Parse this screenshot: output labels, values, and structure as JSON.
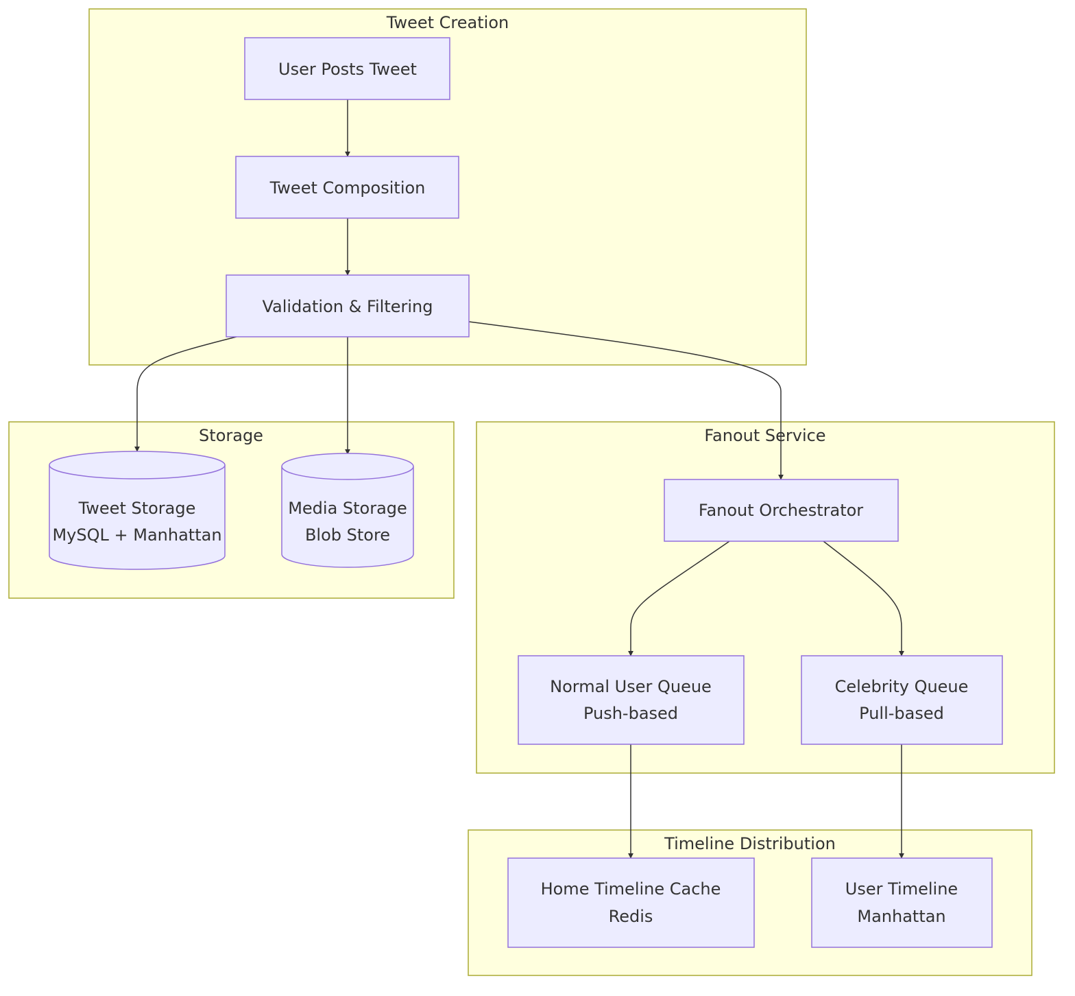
{
  "colors": {
    "cluster_fill": "#ffffde",
    "cluster_stroke": "#aaaa33",
    "node_fill": "#ececff",
    "node_stroke": "#9370db",
    "edge": "#333333",
    "text": "#333333"
  },
  "clusters": {
    "tweet_creation": "Tweet Creation",
    "storage": "Storage",
    "fanout_service": "Fanout Service",
    "timeline_distribution": "Timeline Distribution"
  },
  "nodes": {
    "user_posts": [
      "User Posts Tweet"
    ],
    "composition": [
      "Tweet Composition"
    ],
    "validation": [
      "Validation & Filtering"
    ],
    "tweet_storage": [
      "Tweet Storage",
      "MySQL + Manhattan"
    ],
    "media_storage": [
      "Media Storage",
      "Blob Store"
    ],
    "fanout_orchestrator": [
      "Fanout Orchestrator"
    ],
    "normal_queue": [
      "Normal User Queue",
      "Push-based"
    ],
    "celebrity_queue": [
      "Celebrity Queue",
      "Pull-based"
    ],
    "home_timeline": [
      "Home Timeline Cache",
      "Redis"
    ],
    "user_timeline": [
      "User Timeline",
      "Manhattan"
    ]
  },
  "edges": [
    [
      "user_posts",
      "composition"
    ],
    [
      "composition",
      "validation"
    ],
    [
      "validation",
      "tweet_storage"
    ],
    [
      "validation",
      "media_storage"
    ],
    [
      "validation",
      "fanout_orchestrator"
    ],
    [
      "fanout_orchestrator",
      "normal_queue"
    ],
    [
      "fanout_orchestrator",
      "celebrity_queue"
    ],
    [
      "normal_queue",
      "home_timeline"
    ],
    [
      "celebrity_queue",
      "user_timeline"
    ]
  ]
}
